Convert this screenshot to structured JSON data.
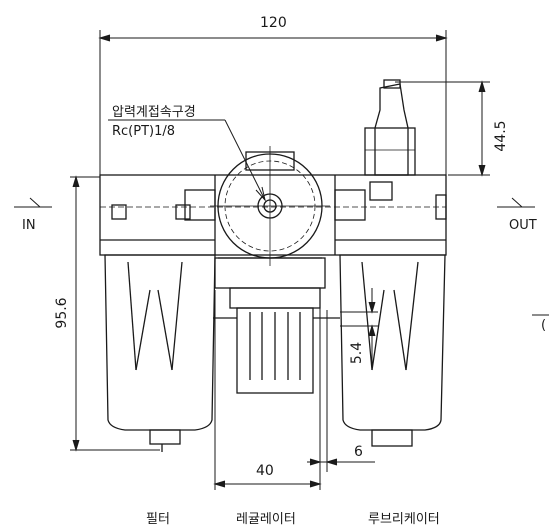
{
  "dimensions": {
    "overall_width": "120",
    "gauge_height": "44.5",
    "body_height": "95.6",
    "regulator_width": "40",
    "port_gap": "6",
    "port_offset": "5.4"
  },
  "callout": {
    "line1": "압력계접속구경",
    "line2": "Rc(PT)1/8"
  },
  "ports": {
    "inlet": "IN",
    "outlet": "OUT"
  },
  "units": [
    "필터",
    "레귤레이터",
    "루브리케이터"
  ],
  "edge_mark": "("
}
